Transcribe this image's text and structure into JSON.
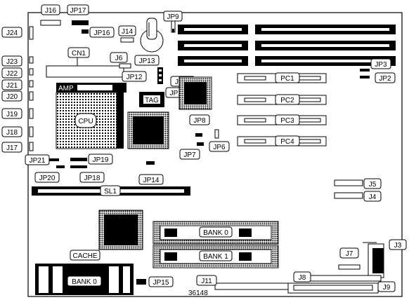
{
  "labels": {
    "j16": "J16",
    "jp17": "JP17",
    "jp16": "JP16",
    "j14": "J14",
    "jp9": "JP9",
    "j24": "J24",
    "cn1": "CN1",
    "j6": "J6",
    "jp13": "JP13",
    "jp12": "JP12",
    "jp11": "JP11",
    "jp10": "JP10",
    "jp3": "JP3",
    "jp2": "JP2",
    "j23": "J23",
    "j22": "J22",
    "j21": "J21",
    "j20": "J20",
    "j19": "J19",
    "j18": "J18",
    "j17": "J17",
    "amp": "AMP",
    "tag": "TAG",
    "cpu": "CPU",
    "pc1": "PC1",
    "pc2": "PC2",
    "pc3": "PC3",
    "pc4": "PC4",
    "jp8": "JP8",
    "jp7": "JP7",
    "jp6": "JP6",
    "jp21": "JP21",
    "jp19": "JP19",
    "jp20": "JP20",
    "jp18": "JP18",
    "jp14": "JP14",
    "sl1": "SL1",
    "j5": "J5",
    "j4": "J4",
    "bank0_top": "BANK 0",
    "bank1": "BANK 1",
    "j3": "J3",
    "cache": "CACHE",
    "bank0_cache": "BANK 0",
    "jp15": "JP15",
    "j11": "J11",
    "j7": "J7",
    "j8": "J8",
    "j9": "J9",
    "board_id": "36148"
  }
}
